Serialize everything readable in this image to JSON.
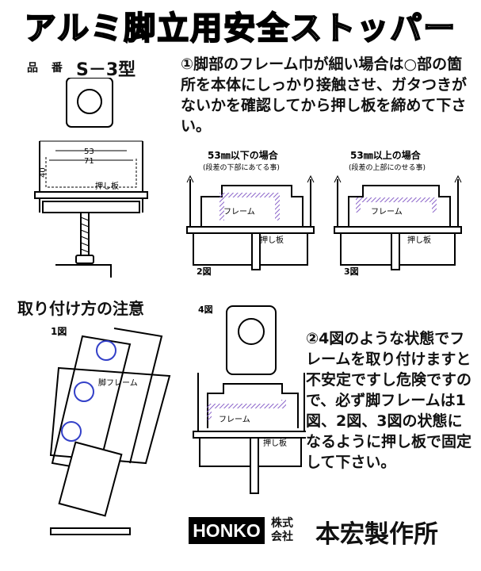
{
  "title": "アルミ脚立用安全ストッパー",
  "model": {
    "label": "品 番",
    "code": "S－3型"
  },
  "note1": "①脚部のフレーム巾が細い場合は○部の箇所を本体にしっかり接触させ、ガタつきがないかを確認してから押し板を締めて下さい。",
  "fig_main": {
    "dim1": "53",
    "dim2": "71",
    "dim3": "40",
    "plate": "押し板"
  },
  "fig2": {
    "caption": "53㎜以下の場合",
    "sub": "(段差の下部にあてる事)",
    "frame": "フレーム",
    "plate": "押し板",
    "label": "2図"
  },
  "fig3": {
    "caption": "53㎜以上の場合",
    "sub": "(段差の上部にのせる事)",
    "frame": "フレーム",
    "plate": "押し板",
    "label": "3図"
  },
  "section_title": "取り付け方の注意",
  "fig1": {
    "label": "1図",
    "frame": "脚フレーム"
  },
  "fig4": {
    "label": "4図",
    "frame": "フレーム",
    "plate": "押し板"
  },
  "note2": "②4図のような状態でフレームを取り付けますと不安定ですし危険ですので、必ず脚フレームは1図、2図、3図の状態になるように押し板で固定して下さい。",
  "footer": {
    "brand": "HONKO",
    "kabushiki": "株式会社",
    "company": "本宏製作所"
  },
  "colors": {
    "frame_hatch": "#8a63c9"
  }
}
